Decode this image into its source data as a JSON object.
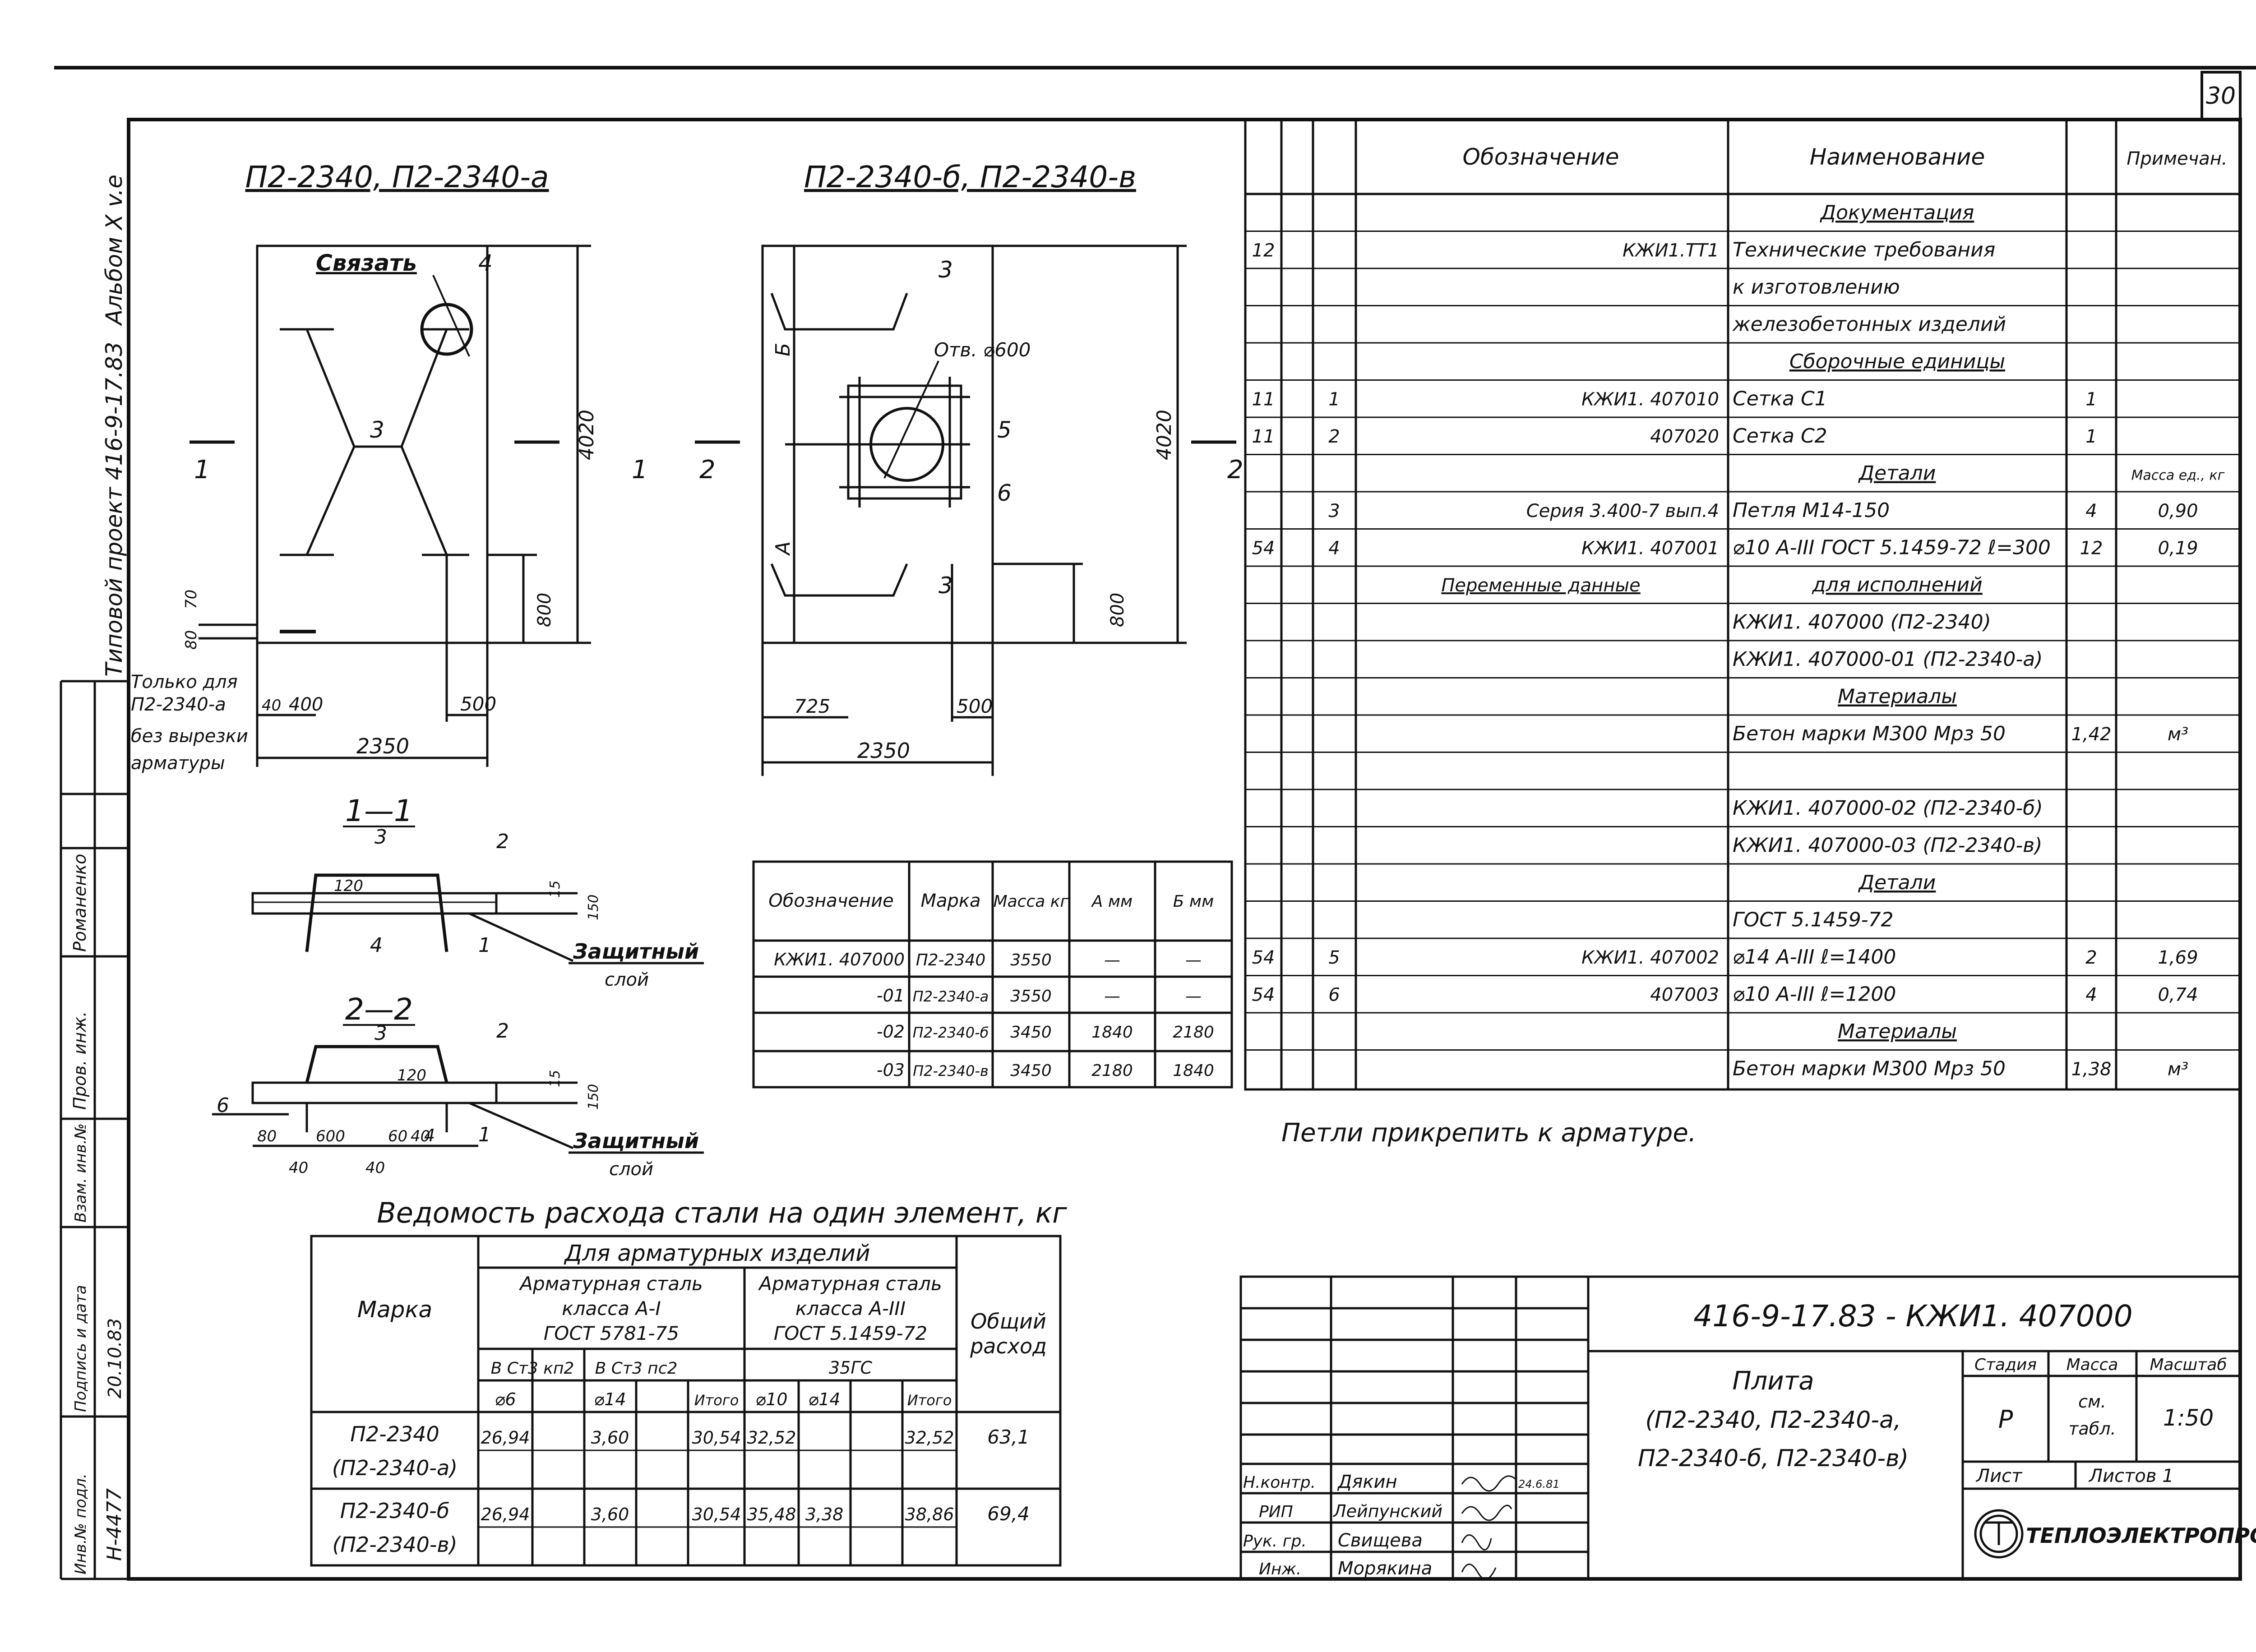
{
  "sheet_number": "30",
  "sidebar": {
    "album": "Альбом Х v.e",
    "project": "Типовой проект 416-9-17.83",
    "roles": [
      "Пров. инж.",
      "Романенко"
    ],
    "inv_orig": "Инв.№ подл.",
    "inv_orig_value": "Н-4477",
    "sign_date": "Подпись и дата",
    "sign_date_value": "20.10.83",
    "inv_replace": "Взам. инв.№"
  },
  "plan_left": {
    "title": "П2-2340, П2-2340-а",
    "tie_label": "Связать",
    "mark_4": "4",
    "mark_3": "3",
    "dim_height": "4020",
    "dim_width": "2350",
    "dim_500": "500",
    "dim_400": "400",
    "dim_800": "800",
    "dim_80": "80",
    "dim_40": "40",
    "dim_70": "70",
    "section_left": "1",
    "section_right": "1",
    "note_lines": [
      "Только для",
      "П2-2340-а",
      "без вырезки",
      "арматуры"
    ]
  },
  "plan_right": {
    "title": "П2-2340-б, П2-2340-в",
    "mark_3_top": "3",
    "mark_3_bottom": "3",
    "hole_label": "Отв. ⌀600",
    "mark_5": "5",
    "mark_6": "6",
    "dim_B": "Б",
    "dim_A": "А",
    "dim_height": "4020",
    "dim_800": "800",
    "dim_725": "725",
    "dim_500": "500",
    "dim_width": "2350",
    "section_left": "2",
    "section_right": "2"
  },
  "section_1": {
    "title": "1—1",
    "mark_3": "3",
    "mark_2": "2",
    "mark_4": "4",
    "mark_1": "1",
    "dim_120": "120",
    "dim_15": "15",
    "dim_150": "150",
    "label_line1": "Защитный",
    "label_line2": "слой"
  },
  "section_2": {
    "title": "2—2",
    "mark_3": "3",
    "mark_2": "2",
    "mark_6": "6",
    "mark_4": "4",
    "mark_1": "1",
    "dim_120": "120",
    "dim_15": "15",
    "dim_150": "150",
    "dims_bottom": [
      "80",
      "600",
      "60",
      "40"
    ],
    "dims_bottom2": [
      "40",
      "40"
    ],
    "label_line1": "Защитный",
    "label_line2": "слой"
  },
  "variants_table": {
    "headers": [
      "Обозначение",
      "Марка",
      "Масса кг",
      "А мм",
      "Б мм"
    ],
    "rows": [
      [
        "КЖИ1. 407000",
        "П2-2340",
        "3550",
        "—",
        "—"
      ],
      [
        "-01",
        "П2-2340-а",
        "3550",
        "—",
        "—"
      ],
      [
        "-02",
        "П2-2340-б",
        "3450",
        "1840",
        "2180"
      ],
      [
        "-03",
        "П2-2340-в",
        "3450",
        "2180",
        "1840"
      ]
    ]
  },
  "steel_table": {
    "title": "Ведомость расхода стали на один элемент, кг",
    "col_mark": "Марка",
    "group_header": "Для арматурных изделий",
    "class1": [
      "Арматурная сталь",
      "класса А-I",
      "ГОСТ 5781-75"
    ],
    "class3": [
      "Арматурная сталь",
      "класса А-III",
      "ГОСТ 5.1459-72"
    ],
    "total_header": [
      "Общий",
      "расход"
    ],
    "sub1a": "В Ст3 кп2",
    "sub1b": "В Ст3 пс2",
    "sub3": "35ГС",
    "diam": [
      "⌀6",
      "",
      "⌀14",
      "",
      "Итого",
      "⌀10",
      "⌀14",
      "",
      "Итого"
    ],
    "rows": [
      {
        "mark": [
          "П2-2340",
          "(П2-2340-а)"
        ],
        "cells": [
          "26,94",
          "",
          "3,60",
          "",
          "30,54",
          "32,52",
          "",
          "",
          "32,52"
        ],
        "total": "63,1"
      },
      {
        "mark": [
          "П2-2340-б",
          "(П2-2340-в)"
        ],
        "cells": [
          "26,94",
          "",
          "3,60",
          "",
          "30,54",
          "35,48",
          "3,38",
          "",
          "38,86"
        ],
        "total": "69,4"
      }
    ]
  },
  "spec_table": {
    "headers": [
      "",
      "",
      "",
      "Обозначение",
      "Наименование",
      "",
      "Примечан."
    ],
    "rows": [
      [
        "",
        "",
        "",
        "",
        "Документация",
        "",
        ""
      ],
      [
        "12",
        "",
        "",
        "КЖИ1.ТТ1",
        "Технические требования",
        "",
        ""
      ],
      [
        "",
        "",
        "",
        "",
        "к изготовлению",
        "",
        ""
      ],
      [
        "",
        "",
        "",
        "",
        "железобетонных изделий",
        "",
        ""
      ],
      [
        "",
        "",
        "",
        "",
        "Сборочные единицы",
        "",
        ""
      ],
      [
        "11",
        "",
        "1",
        "КЖИ1. 407010",
        "Сетка С1",
        "1",
        ""
      ],
      [
        "11",
        "",
        "2",
        "407020",
        "Сетка С2",
        "1",
        ""
      ],
      [
        "",
        "",
        "",
        "",
        "Детали",
        "",
        "Масса ед., кг"
      ],
      [
        "",
        "",
        "3",
        "Серия 3.400-7 вып.4",
        "Петля М14-150",
        "4",
        "0,90"
      ],
      [
        "54",
        "",
        "4",
        "КЖИ1. 407001",
        "⌀10 А-III ГОСТ 5.1459-72 ℓ=300",
        "12",
        "0,19"
      ],
      [
        "",
        "",
        "",
        "Переменные данные",
        "для исполнений",
        "",
        ""
      ],
      [
        "",
        "",
        "",
        "",
        "КЖИ1. 407000 (П2-2340)",
        "",
        ""
      ],
      [
        "",
        "",
        "",
        "",
        "КЖИ1. 407000-01 (П2-2340-а)",
        "",
        ""
      ],
      [
        "",
        "",
        "",
        "",
        "Материалы",
        "",
        ""
      ],
      [
        "",
        "",
        "",
        "",
        "Бетон марки М300 Мрз 50",
        "1,42",
        "м³"
      ],
      [
        "",
        "",
        "",
        "",
        "",
        "",
        ""
      ],
      [
        "",
        "",
        "",
        "",
        "КЖИ1. 407000-02 (П2-2340-б)",
        "",
        ""
      ],
      [
        "",
        "",
        "",
        "",
        "КЖИ1. 407000-03 (П2-2340-в)",
        "",
        ""
      ],
      [
        "",
        "",
        "",
        "",
        "Детали",
        "",
        ""
      ],
      [
        "",
        "",
        "",
        "",
        "ГОСТ 5.1459-72",
        "",
        ""
      ],
      [
        "54",
        "",
        "5",
        "КЖИ1. 407002",
        "⌀14 А-III ℓ=1400",
        "2",
        "1,69"
      ],
      [
        "54",
        "",
        "6",
        "407003",
        "⌀10 А-III ℓ=1200",
        "4",
        "0,74"
      ],
      [
        "",
        "",
        "",
        "",
        "Материалы",
        "",
        ""
      ],
      [
        "",
        "",
        "",
        "",
        "Бетон марки М300 Мрз 50",
        "1,38",
        "м³"
      ]
    ],
    "underlined_rows": [
      0,
      4,
      7,
      10,
      13,
      18,
      22
    ]
  },
  "note": "Петли прикрепить к арматуре.",
  "title_block": {
    "code": "416-9-17.83 - КЖИ1. 407000",
    "name_lines": [
      "Плита",
      "(П2-2340, П2-2340-а,",
      "П2-2340-б, П2-2340-в)"
    ],
    "stage_label": "Стадия",
    "stage": "Р",
    "mass_label": "Масса",
    "mass_lines": [
      "см.",
      "табл."
    ],
    "scale_label": "Масштаб",
    "scale": "1:50",
    "sheet_label": "Лист",
    "sheets_label": "Листов 1",
    "org": "ТЕПЛОЭЛЕКТРОПРОЕКТ",
    "staff": [
      {
        "role": "Н.контр.",
        "name": "Дякин",
        "date": "24.6.81"
      },
      {
        "role": "РИП",
        "name": "Лейпунский",
        "date": ""
      },
      {
        "role": "Рук. гр.",
        "name": "Свищева",
        "date": ""
      },
      {
        "role": "Инж.",
        "name": "Морякина",
        "date": ""
      }
    ]
  }
}
